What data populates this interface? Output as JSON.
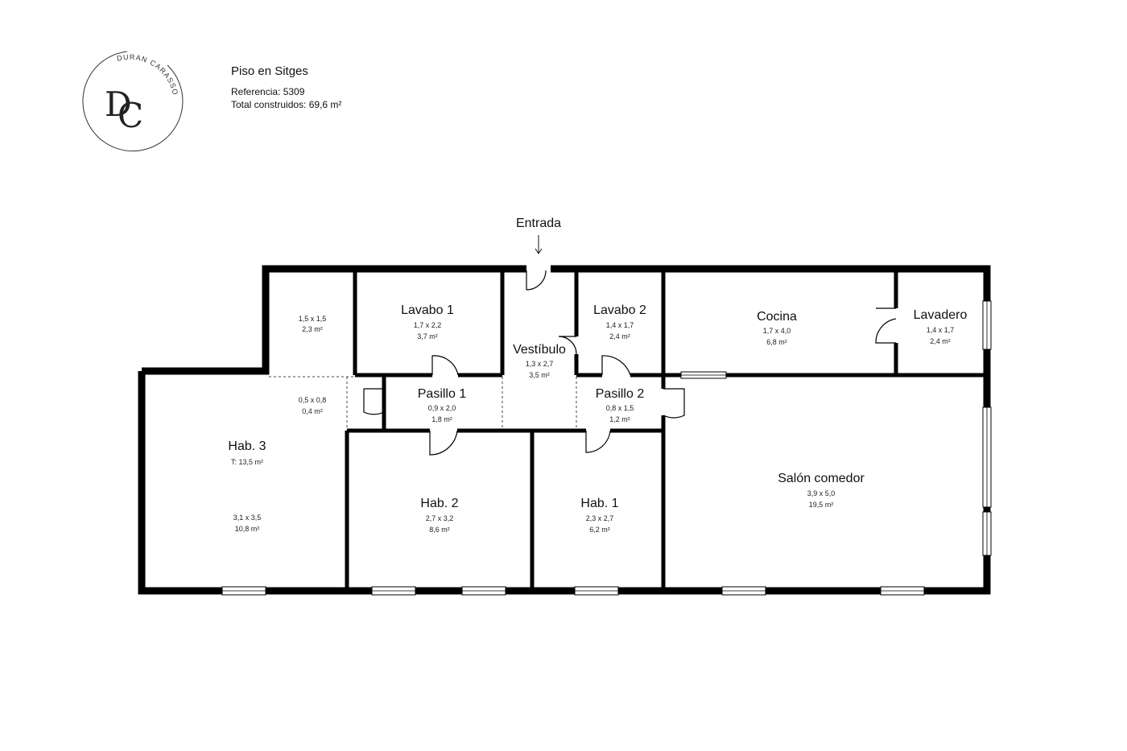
{
  "brand": {
    "logo_text": "DURAN CARASSO",
    "monogram": "DC"
  },
  "header": {
    "title": "Piso en Sitges",
    "reference": "Referencia: 5309",
    "total": "Total construidos: 69,6 m²"
  },
  "entrance_label": "Entrada",
  "rooms": [
    {
      "id": "storage",
      "name": "",
      "dims": "1,5 x 1,5",
      "area": "2,3 m²"
    },
    {
      "id": "lavabo1",
      "name": "Lavabo 1",
      "dims": "1,7 x 2,2",
      "area": "3,7 m²"
    },
    {
      "id": "vestibulo",
      "name": "Vestíbulo",
      "dims": "1,3 x 2,7",
      "area": "3,5 m²"
    },
    {
      "id": "lavabo2",
      "name": "Lavabo 2",
      "dims": "1,4 x 1,7",
      "area": "2,4 m²"
    },
    {
      "id": "cocina",
      "name": "Cocina",
      "dims": "1,7 x 4,0",
      "area": "6,8 m²"
    },
    {
      "id": "lavadero",
      "name": "Lavadero",
      "dims": "1,4 x 1,7",
      "area": "2,4 m²"
    },
    {
      "id": "alcove",
      "name": "",
      "dims": "0,5 x 0,8",
      "area": "0,4 m²"
    },
    {
      "id": "pasillo1",
      "name": "Pasillo 1",
      "dims": "0,9 x 2,0",
      "area": "1,8 m²"
    },
    {
      "id": "pasillo2",
      "name": "Pasillo 2",
      "dims": "0,8 x 1,5",
      "area": "1,2 m²"
    },
    {
      "id": "hab3",
      "name": "Hab. 3",
      "total": "T: 13,5 m²",
      "dims": "3,1 x 3,5",
      "area": "10,8 m²"
    },
    {
      "id": "hab2",
      "name": "Hab. 2",
      "dims": "2,7 x 3,2",
      "area": "8,6 m²"
    },
    {
      "id": "hab1",
      "name": "Hab. 1",
      "dims": "2,3 x 2,7",
      "area": "6,2 m²"
    },
    {
      "id": "salon",
      "name": "Salón comedor",
      "dims": "3,9 x 5,0",
      "area": "19,5 m²"
    }
  ],
  "colors": {
    "wall": "#000000",
    "background": "#ffffff",
    "window": "#ffffff"
  }
}
